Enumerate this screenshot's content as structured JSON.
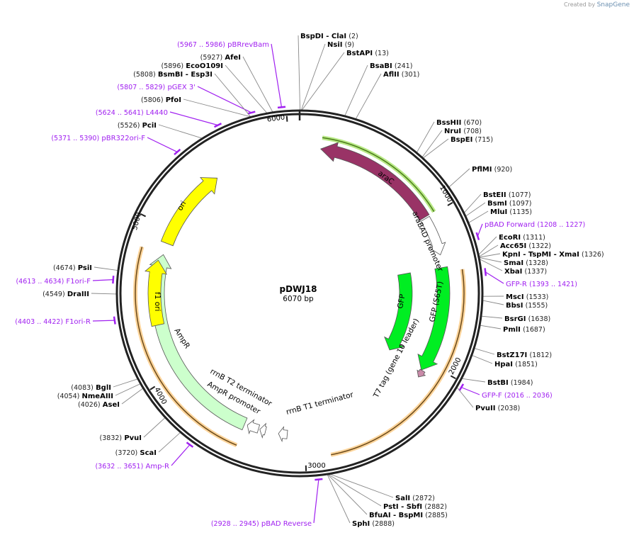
{
  "credit": {
    "prefix": "Created by",
    "brand": "SnapGene"
  },
  "plasmid": {
    "name": "pDWJ18",
    "length_label": "6070 bp",
    "length": 6070
  },
  "ticks": [
    "1000",
    "2000",
    "3000",
    "4000",
    "5000",
    "6000"
  ],
  "colors": {
    "ring": "#222222",
    "primer": "#a020f0",
    "araC": "#993366",
    "gfp": "#00ee22",
    "ori": "#ffff00",
    "ampR": "#ccffcc",
    "orf_orange": "#fcd49a",
    "orf_green": "#b8e986"
  },
  "features": [
    {
      "label": "araC",
      "start": 140,
      "end": 990,
      "direction": "reverse",
      "color": "#993366"
    },
    {
      "label": "araBAD promoter",
      "start": 1000,
      "end": 1260,
      "direction": "forward",
      "color": "#ffffff"
    },
    {
      "label": "GFP (S65T)",
      "start": 1345,
      "end": 2060,
      "direction": "forward",
      "color": "#00ee22"
    },
    {
      "label": "T7 tag (gene 10 leader)",
      "start": 2060,
      "end": 2110,
      "direction": "forward",
      "color": "#c98aa8"
    },
    {
      "label": "GFP",
      "start": 1340,
      "end": 2060,
      "direction": "forward",
      "color": "#00ee22"
    },
    {
      "label": "rrnB T1 terminator",
      "start": 3120,
      "end": 3180,
      "direction": "forward",
      "color": "#ffffff"
    },
    {
      "label": "rrnB T2 terminator",
      "start": 3270,
      "end": 3310,
      "direction": "forward",
      "color": "#ffffff"
    },
    {
      "label": "AmpR promoter",
      "start": 3320,
      "end": 3400,
      "direction": "forward",
      "color": "#ffffff"
    },
    {
      "label": "AmpR",
      "start": 3420,
      "end": 4820,
      "direction": "forward",
      "color": "#ccffcc"
    },
    {
      "label": "f1 ori",
      "start": 4340,
      "end": 4775,
      "direction": "forward",
      "color": "#ffff00"
    },
    {
      "label": "ori",
      "start": 4900,
      "end": 5470,
      "direction": "forward",
      "color": "#ffff00"
    }
  ],
  "right_sites": [
    {
      "name": "BspDI  - ClaI",
      "pos": "(2)"
    },
    {
      "name": "NsiI",
      "pos": "(9)"
    },
    {
      "name": "BstAPI",
      "pos": "(13)"
    },
    {
      "name": "BsaBI",
      "pos": "(241)"
    },
    {
      "name": "AflII",
      "pos": "(301)"
    },
    {
      "name": "BssHII",
      "pos": "(670)"
    },
    {
      "name": "NruI",
      "pos": "(708)"
    },
    {
      "name": "BspEI",
      "pos": "(715)"
    },
    {
      "name": "PflMI",
      "pos": "(920)"
    },
    {
      "name": "BstEII",
      "pos": "(1077)"
    },
    {
      "name": "BsmI",
      "pos": "(1097)"
    },
    {
      "name": "MluI",
      "pos": "(1135)"
    },
    {
      "name": "pBAD Forward",
      "pos": "(1208 .. 1227)",
      "type": "primer"
    },
    {
      "name": "EcoRI",
      "pos": "(1311)"
    },
    {
      "name": "Acc65I",
      "pos": "(1322)"
    },
    {
      "name": "KpnI  - TspMI  - XmaI",
      "pos": "(1326)"
    },
    {
      "name": "SmaI",
      "pos": "(1328)"
    },
    {
      "name": "XbaI",
      "pos": "(1337)"
    },
    {
      "name": "GFP-R",
      "pos": "(1393 .. 1421)",
      "type": "primer"
    },
    {
      "name": "MscI",
      "pos": "(1533)"
    },
    {
      "name": "BbsI",
      "pos": "(1555)"
    },
    {
      "name": "BsrGI",
      "pos": "(1638)"
    },
    {
      "name": "PmlI",
      "pos": "(1687)"
    },
    {
      "name": "BstZ17I",
      "pos": "(1812)"
    },
    {
      "name": "HpaI",
      "pos": "(1851)"
    },
    {
      "name": "BstBI",
      "pos": "(1984)"
    },
    {
      "name": "GFP-F",
      "pos": "(2016 .. 2036)",
      "type": "primer"
    },
    {
      "name": "PvuII",
      "pos": "(2038)"
    },
    {
      "name": "SalI",
      "pos": "(2872)"
    },
    {
      "name": "PstI  - SbfI",
      "pos": "(2882)"
    },
    {
      "name": "BfuAI  - BspMI",
      "pos": "(2885)"
    },
    {
      "name": "SphI",
      "pos": "(2888)"
    }
  ],
  "left_sites": [
    {
      "name": "pBAD Reverse",
      "pos": "(2928 .. 2945)",
      "type": "primer"
    },
    {
      "name": "ScaI",
      "pos": "(3720)"
    },
    {
      "name": "Amp-R",
      "pos": "(3632 .. 3651)",
      "type": "primer"
    },
    {
      "name": "PvuI",
      "pos": "(3832)"
    },
    {
      "name": "AseI",
      "pos": "(4026)"
    },
    {
      "name": "NmeAIII",
      "pos": "(4054)"
    },
    {
      "name": "BglI",
      "pos": "(4083)"
    },
    {
      "name": "F1ori-R",
      "pos": "(4403 .. 4422)",
      "type": "primer"
    },
    {
      "name": "DraIII",
      "pos": "(4549)"
    },
    {
      "name": "F1ori-F",
      "pos": "(4613 .. 4634)",
      "type": "primer"
    },
    {
      "name": "PsiI",
      "pos": "(4674)"
    },
    {
      "name": "pBR322ori-F",
      "pos": "(5371 .. 5390)",
      "type": "primer"
    },
    {
      "name": "PciI",
      "pos": "(5526)"
    },
    {
      "name": "L4440",
      "pos": "(5624 .. 5641)",
      "type": "primer"
    },
    {
      "name": "PfoI",
      "pos": "(5806)"
    },
    {
      "name": "pGEX 3'",
      "pos": "(5807 .. 5829)",
      "type": "primer"
    },
    {
      "name": "BsmBI  - Esp3I",
      "pos": "(5808)"
    },
    {
      "name": "EcoO109I",
      "pos": "(5896)"
    },
    {
      "name": "AfeI",
      "pos": "(5927)"
    },
    {
      "name": "pBRrevBam",
      "pos": "(5967 .. 5986)",
      "type": "primer"
    }
  ]
}
